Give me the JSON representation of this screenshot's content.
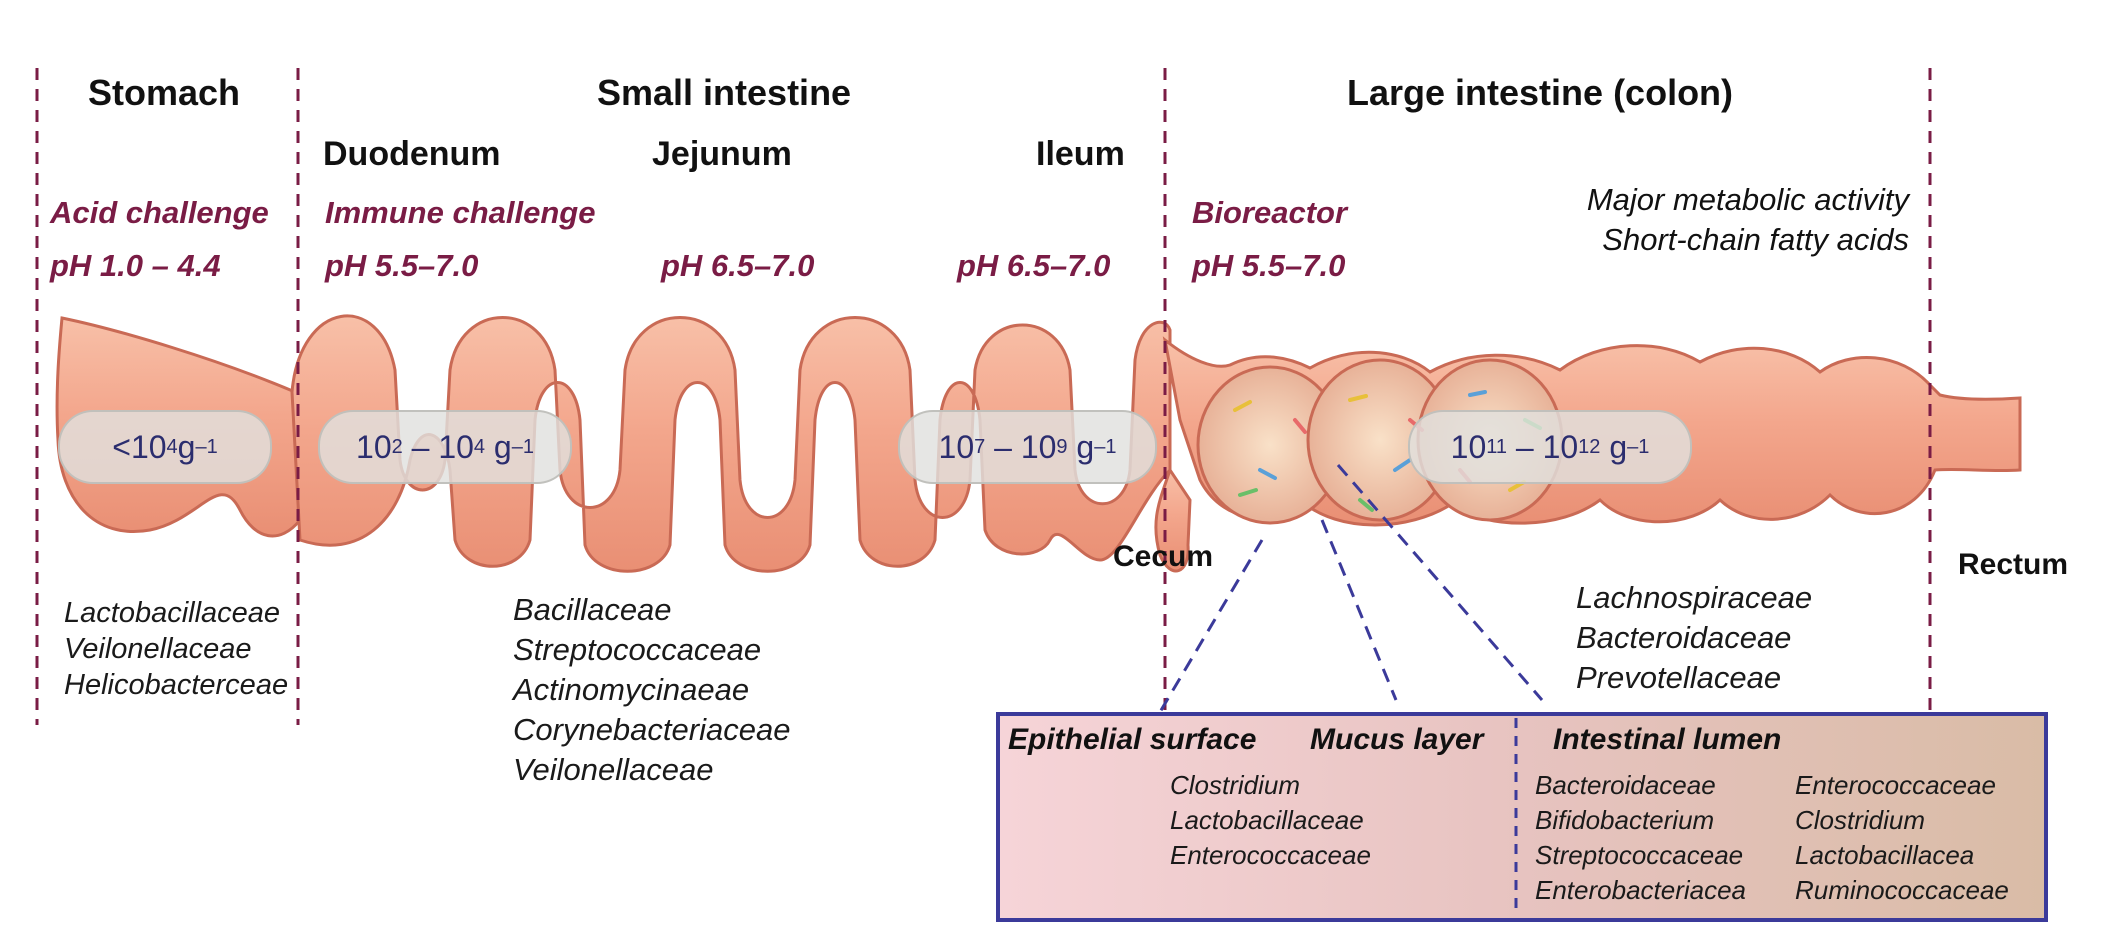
{
  "regions": {
    "stomach": "Stomach",
    "small_intestine": "Small intestine",
    "large_intestine": "Large intestine (colon)"
  },
  "segments": {
    "duodenum": "Duodenum",
    "jejunum": "Jejunum",
    "ileum": "Ileum"
  },
  "challenges": {
    "acid": "Acid challenge",
    "immune": "Immune challenge",
    "bioreactor": "Bioreactor"
  },
  "ph": {
    "stomach": "pH 1.0 – 4.4",
    "duodenum": "pH 5.5–7.0",
    "jejunum": "pH 6.5–7.0",
    "ileum": "pH 6.5–7.0",
    "colon": "pH 5.5–7.0"
  },
  "colon_notes": [
    "Major metabolic activity",
    "Short-chain fatty acids"
  ],
  "counts": {
    "stomach": {
      "prefix": "<10",
      "exp": "4",
      "unit": " g",
      "unit_exp": "–1"
    },
    "duodenum": {
      "a": "10",
      "a_exp": "2",
      "sep": " – ",
      "b": "10",
      "b_exp": "4",
      "unit": " g",
      "unit_exp": "–1"
    },
    "ileum": {
      "a": "10",
      "a_exp": "7",
      "sep": " – ",
      "b": "10",
      "b_exp": "9",
      "unit": " g",
      "unit_exp": "–1"
    },
    "colon": {
      "a": "10",
      "a_exp": "11",
      "sep": " – ",
      "b": "10",
      "b_exp": "12",
      "unit": " g",
      "unit_exp": "–1"
    }
  },
  "anatomy_labels": {
    "cecum": "Cecum",
    "rectum": "Rectum"
  },
  "stomach_families": [
    "Lactobacillaceae",
    "Veilonellaceae",
    "Helicobacterceae"
  ],
  "small_intestine_families": [
    "Bacillaceae",
    "Streptococcaceae",
    "Actinomycinaeae",
    "Corynebacteriaceae",
    "Veilonellaceae"
  ],
  "colon_families": [
    "Lachnospiraceae",
    "Bacteroidaceae",
    "Prevotellaceae"
  ],
  "inset": {
    "epithelial_heading": "Epithelial surface",
    "mucus_heading": "Mucus layer",
    "lumen_heading": "Intestinal lumen",
    "mucosal_families": [
      "Clostridium",
      "Lactobacillaceae",
      "Enterococcaceae"
    ],
    "lumen_col1": [
      "Bacteroidaceae",
      "Bifidobacterium",
      "Streptococcaceae",
      "Enterobacteriacea"
    ],
    "lumen_col2": [
      "Enterococcaceae",
      "Clostridium",
      "Lactobacillacea",
      "Ruminococcaceae"
    ]
  },
  "colors": {
    "divider": "#7a1c45",
    "challenge": "#7a1c45",
    "gut_fill": "#f4aa90",
    "gut_outline": "#c96a55",
    "inset_border": "#3b3a9a",
    "count_text": "#2b2d6e"
  }
}
